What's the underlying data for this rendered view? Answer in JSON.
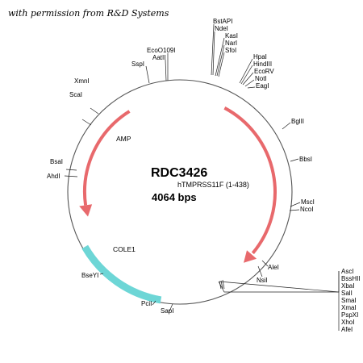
{
  "credit": "with permission from R&D Systems",
  "plasmid": {
    "name": "RDC3426",
    "insert": "hTMPRSS11F (1-438)",
    "size": "4064 bps"
  },
  "features": {
    "amp": {
      "label": "AMP",
      "color": "#e8696c"
    },
    "insert": {
      "color": "#e8696c"
    },
    "cole1": {
      "label": "COLE1",
      "color": "#6dd6d6"
    }
  },
  "sites": [
    {
      "label": "BstAPI"
    },
    {
      "label": "NdeI"
    },
    {
      "label": "KasI"
    },
    {
      "label": "NarI"
    },
    {
      "label": "SfoI"
    },
    {
      "label": "HpaI"
    },
    {
      "label": "HindIII"
    },
    {
      "label": "EcoRV"
    },
    {
      "label": "NotI"
    },
    {
      "label": "EagI"
    },
    {
      "label": "BglII"
    },
    {
      "label": "BbsI"
    },
    {
      "label": "MscI"
    },
    {
      "label": "NcoI"
    },
    {
      "label": "AleI"
    },
    {
      "label": "NsiI"
    },
    {
      "label": "AscI"
    },
    {
      "label": "BssHII"
    },
    {
      "label": "XbaI"
    },
    {
      "label": "SalI"
    },
    {
      "label": "SmaI"
    },
    {
      "label": "XmaI"
    },
    {
      "label": "PspXI"
    },
    {
      "label": "XhoI"
    },
    {
      "label": "AfeI"
    },
    {
      "label": "SapI"
    },
    {
      "label": "PciI"
    },
    {
      "label": "BseYI"
    },
    {
      "label": "AhdI"
    },
    {
      "label": "BsaI"
    },
    {
      "label": "ScaI"
    },
    {
      "label": "XmnI"
    },
    {
      "label": "SspI"
    },
    {
      "label": "AatII"
    },
    {
      "label": "EcoO109I"
    }
  ]
}
